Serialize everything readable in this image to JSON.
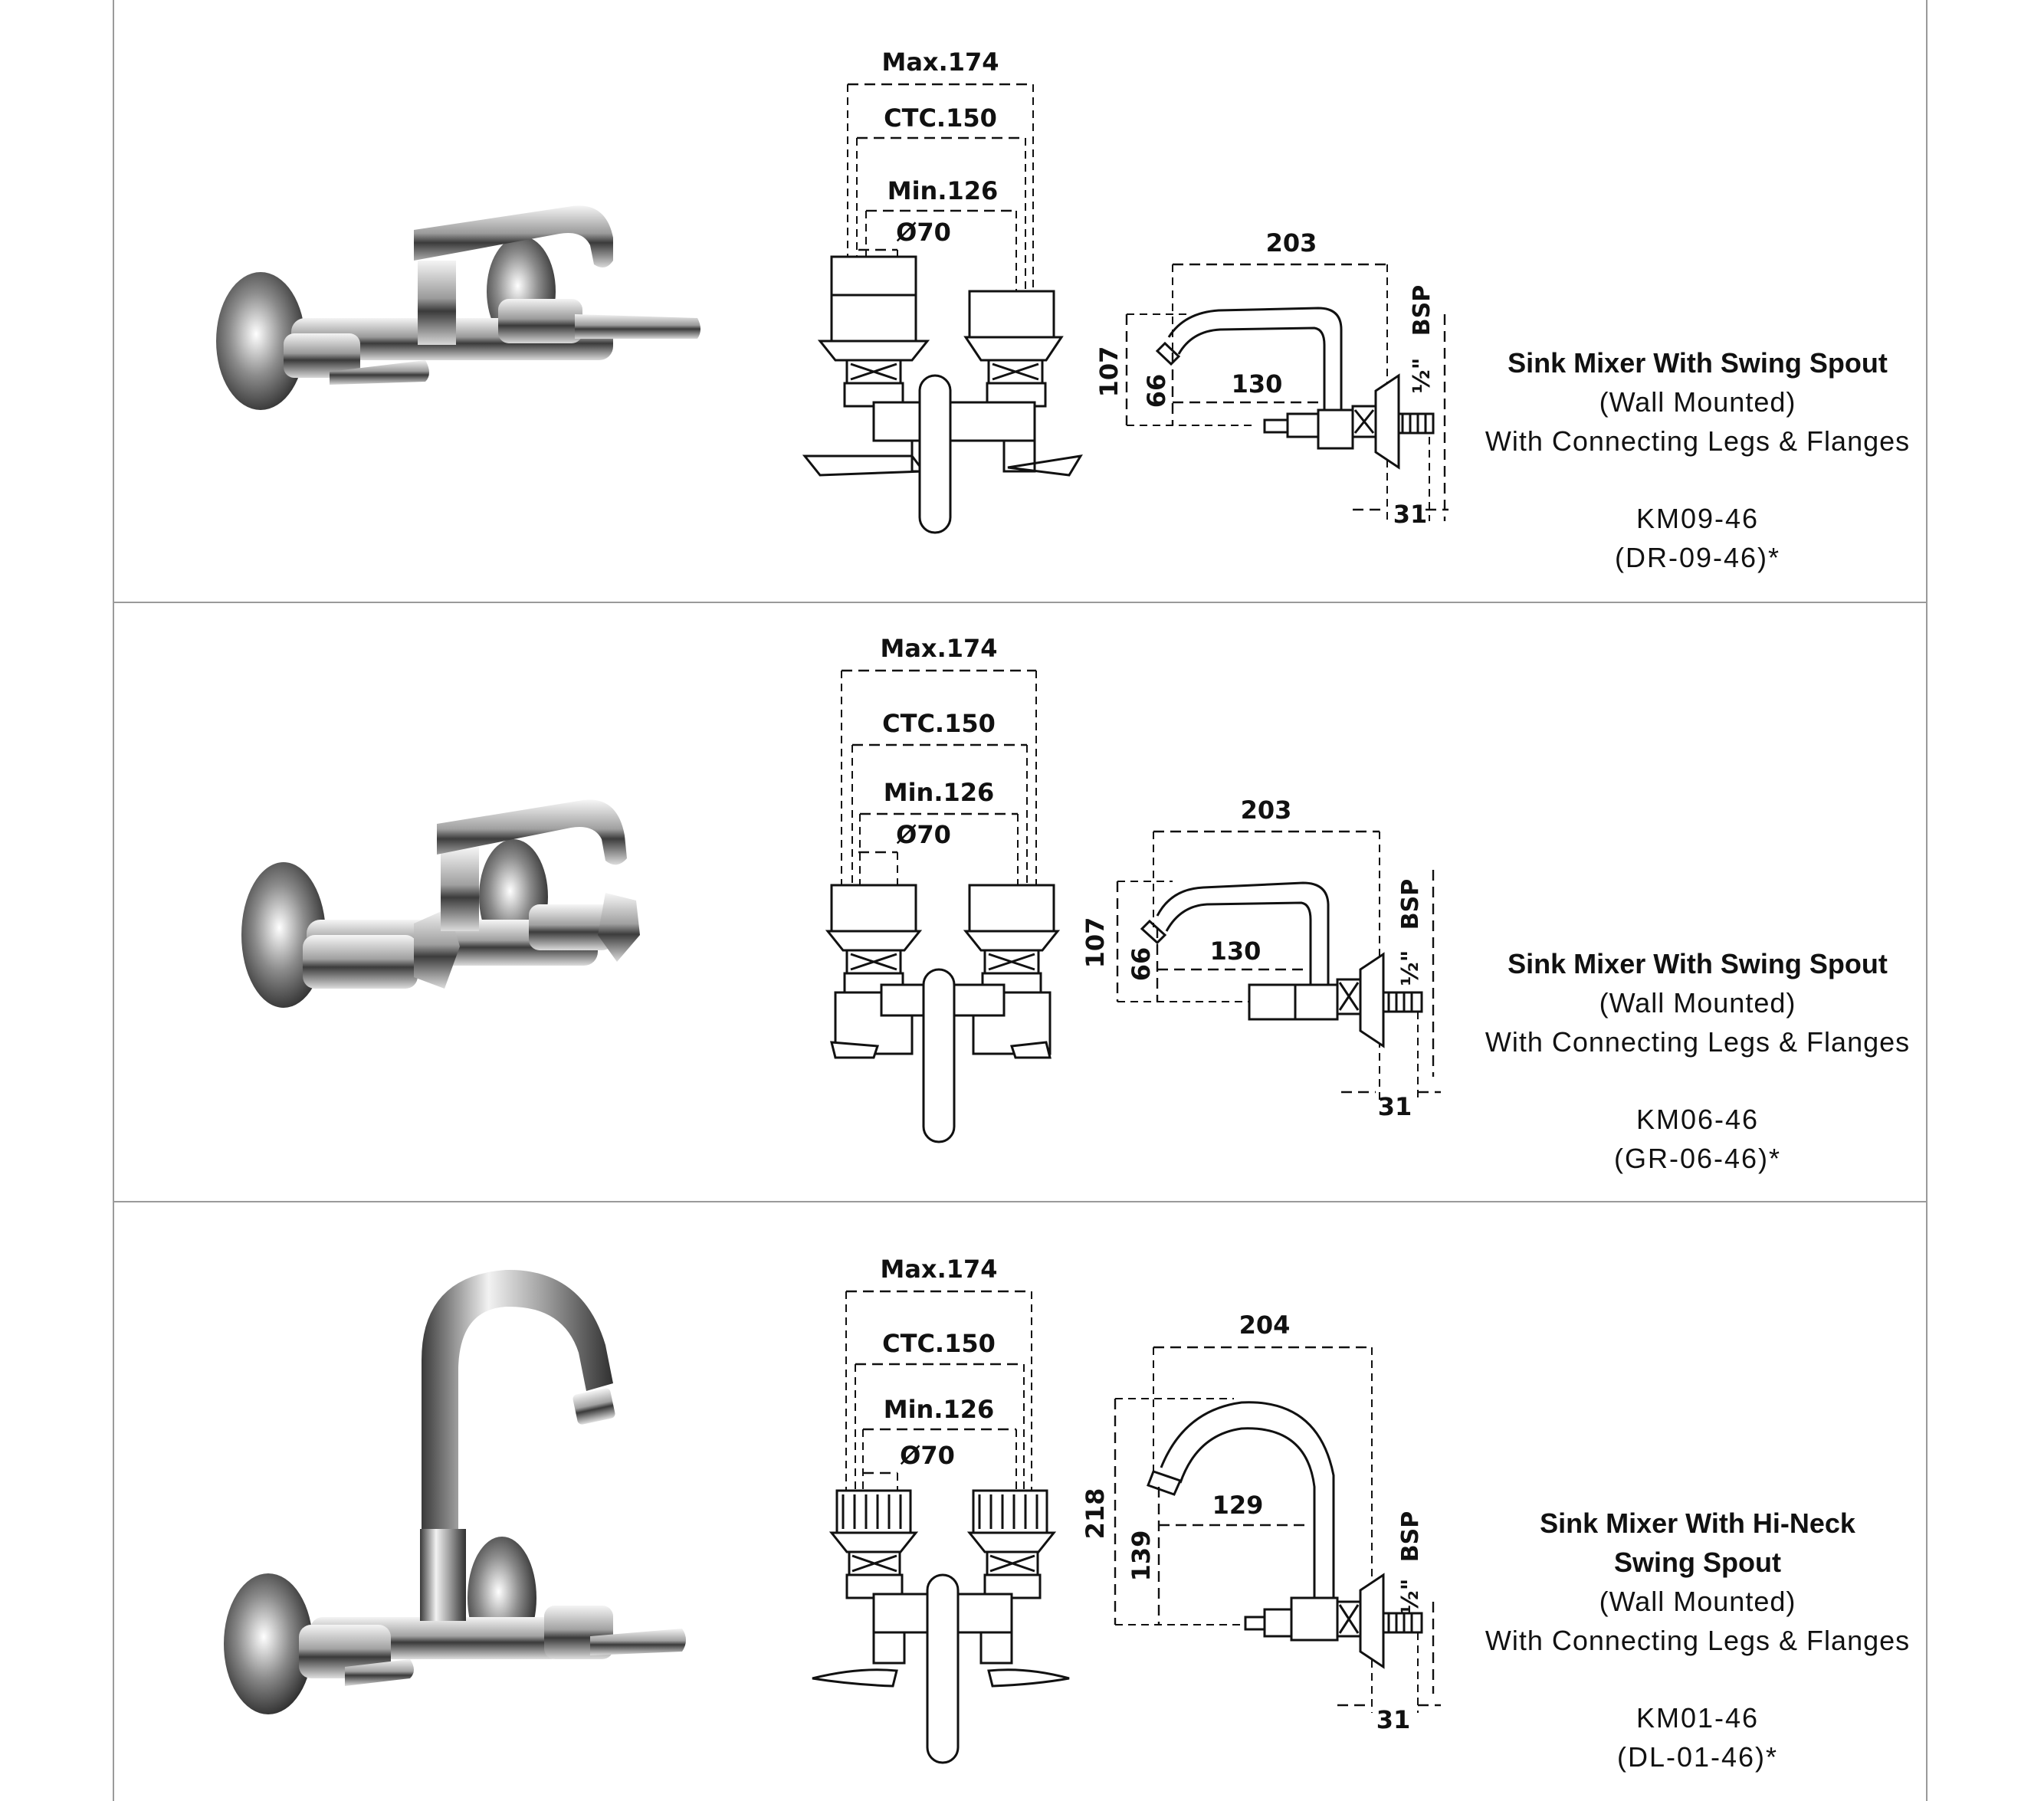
{
  "products": [
    {
      "title": "Sink Mixer With Swing Spout",
      "mount": "(Wall Mounted)",
      "feature": "With Connecting Legs & Flanges",
      "code": "KM09-46",
      "alt_code": "(DR-09-46)*",
      "front_view": {
        "max": "Max.174",
        "ctc": "CTC.150",
        "min": "Min.126",
        "dia": "Ø70"
      },
      "side_view": {
        "reach": "203",
        "height": "107",
        "spout_height": "66",
        "spout_reach": "130",
        "bsp": "BSP",
        "bsp_fraction": "½\"",
        "depth": "31"
      }
    },
    {
      "title": "Sink Mixer With Swing Spout",
      "mount": "(Wall Mounted)",
      "feature": "With Connecting Legs & Flanges",
      "code": "KM06-46",
      "alt_code": "(GR-06-46)*",
      "front_view": {
        "max": "Max.174",
        "ctc": "CTC.150",
        "min": "Min.126",
        "dia": "Ø70"
      },
      "side_view": {
        "reach": "203",
        "height": "107",
        "spout_height": "66",
        "spout_reach": "130",
        "bsp": "BSP",
        "bsp_fraction": "½\"",
        "depth": "31"
      }
    },
    {
      "title": "Sink Mixer With Hi-Neck",
      "title_line2": "Swing Spout",
      "mount": "(Wall Mounted)",
      "feature": "With Connecting Legs & Flanges",
      "code": "KM01-46",
      "alt_code": "(DL-01-46)*",
      "front_view": {
        "max": "Max.174",
        "ctc": "CTC.150",
        "min": "Min.126",
        "dia": "Ø70"
      },
      "side_view": {
        "reach": "204",
        "height": "218",
        "spout_height": "139",
        "spout_reach": "129",
        "bsp": "BSP",
        "bsp_fraction": "½\"",
        "depth": "31"
      }
    }
  ]
}
